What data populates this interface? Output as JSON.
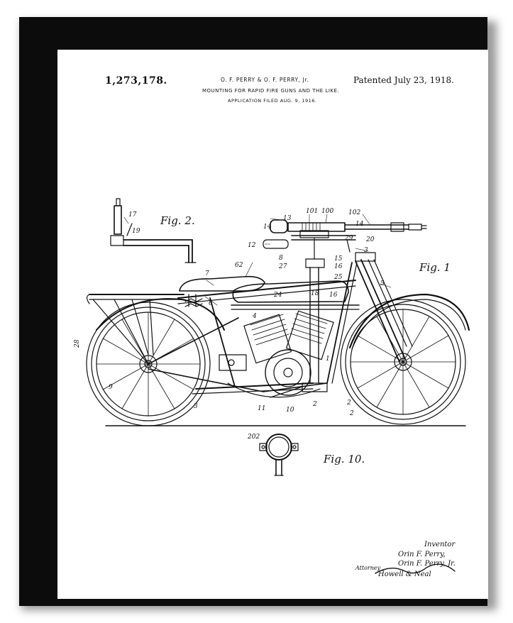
{
  "patent": {
    "number": "1,273,178.",
    "inventors": "O. F. PERRY & O. F. PERRY, Jr.",
    "patented": "Patented July 23, 1918.",
    "title": "MOUNTING FOR RAPID FIRE GUNS AND THE LIKE.",
    "filed": "APPLICATION FILED AUG. 9, 1916."
  },
  "figures": {
    "fig1": "Fig. 1",
    "fig2": "Fig. 2.",
    "fig10": "Fig. 10."
  },
  "references": {
    "r17": "17",
    "r19": "19",
    "r14": "14",
    "r13": "13",
    "r101": "101",
    "r100": "100",
    "r102": "102",
    "r14b": "14",
    "r12": "12",
    "r29": "29",
    "r20": "20",
    "r3": "3",
    "r8": "8",
    "r15": "15",
    "r16": "16",
    "r27": "27",
    "r25": "25",
    "r62": "62",
    "r7": "7",
    "r24": "24",
    "r18": "18",
    "r5": "5",
    "r6": "6",
    "r4": "4",
    "r1": "1",
    "r9": "9",
    "r3b": "3",
    "r11": "11",
    "r10": "10",
    "r2": "2",
    "r2b": "2",
    "r2c": "2",
    "r202": "202",
    "r28": "28"
  },
  "signature": {
    "heading": "Inventor",
    "name1": "Orin F. Perry,",
    "name2": "Orin F. Perry, Jr.",
    "attorney_label": "Attorney",
    "attorney_name": "Howell & Neal"
  },
  "colors": {
    "frame": "#0c0c0c",
    "paper": "#ffffff",
    "ink": "#111111"
  }
}
